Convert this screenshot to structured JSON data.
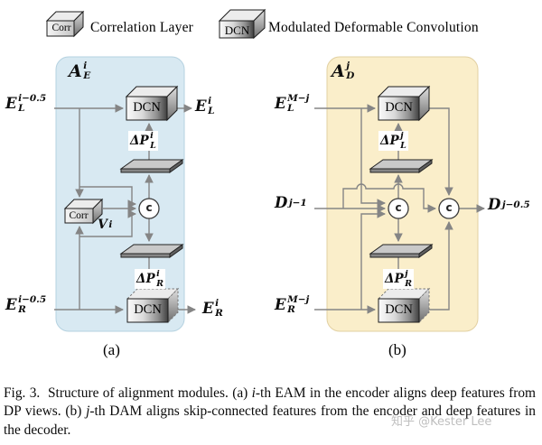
{
  "legend": {
    "corr_box_label": "Corr",
    "corr_label": "Correlation Layer",
    "dcn_box_label": "DCN",
    "dcn_label": "Modulated Deformable Convolution"
  },
  "colors": {
    "panel_a_bg": "#d8e9f2",
    "panel_b_bg": "#faeeca",
    "line": "#858585"
  },
  "panel_a": {
    "module_label": {
      "base": "A",
      "sup": "i",
      "sub": "E"
    },
    "input_top": {
      "base": "E",
      "sup": "i−0.5",
      "sub": "L"
    },
    "input_bottom": {
      "base": "E",
      "sup": "i−0.5",
      "sub": "R"
    },
    "output_top": {
      "base": "E",
      "sup": "i",
      "sub": "L"
    },
    "output_bottom": {
      "base": "E",
      "sup": "i",
      "sub": "R"
    },
    "dcn_top_label": "DCN",
    "dcn_bottom_label": "DCN",
    "corr_label": "Corr",
    "corr_output": {
      "base": "V",
      "sup": "i",
      "sub": ""
    },
    "concat_label": "c",
    "offset_top": {
      "base": "ΔP",
      "sup": "i",
      "sub": "L"
    },
    "offset_bottom": {
      "base": "ΔP",
      "sup": "i",
      "sub": "R"
    },
    "caption": "(a)"
  },
  "panel_b": {
    "module_label": {
      "base": "A",
      "sup": "j",
      "sub": "D"
    },
    "input_top": {
      "base": "E",
      "sup": "M−j",
      "sub": "L"
    },
    "input_mid": {
      "base": "D",
      "sup": "j−1",
      "sub": ""
    },
    "input_bottom": {
      "base": "E",
      "sup": "M−j",
      "sub": "R"
    },
    "output": {
      "base": "D",
      "sup": "j−0.5",
      "sub": ""
    },
    "dcn_top_label": "DCN",
    "dcn_bottom_label": "DCN",
    "concat_left_label": "c",
    "concat_right_label": "c",
    "offset_top": {
      "base": "ΔP",
      "sup": "j",
      "sub": "L"
    },
    "offset_bottom": {
      "base": "ΔP",
      "sup": "j",
      "sub": "R"
    },
    "caption": "(b)"
  },
  "figure_caption": {
    "segments": [
      {
        "text": "Fig. 3.  Structure of alignment modules. (a) ",
        "italic": false
      },
      {
        "text": "i",
        "italic": true
      },
      {
        "text": "-th EAM in the encoder aligns deep features from DP views. (b) ",
        "italic": false
      },
      {
        "text": "j",
        "italic": true
      },
      {
        "text": "-th DAM aligns skip-connected features from the encoder and deep features in the decoder.",
        "italic": false
      }
    ]
  },
  "watermark": "知乎 @Kester Lee"
}
